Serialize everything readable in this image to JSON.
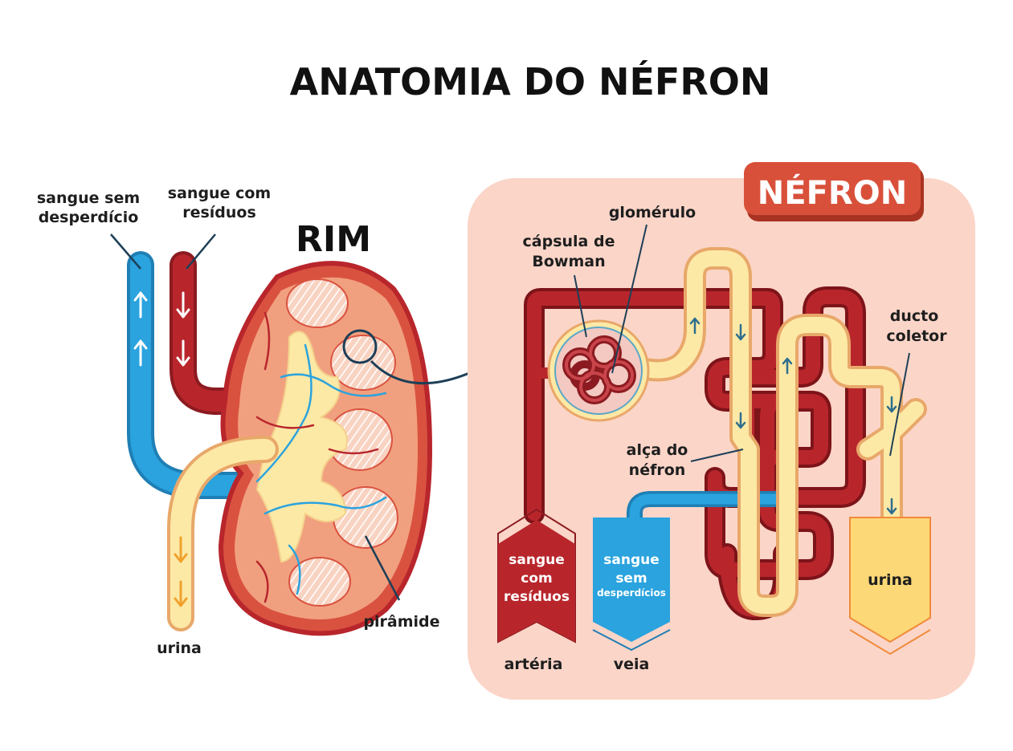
{
  "title": "ANATOMIA DO NÉFRON",
  "kidney": {
    "heading": "RIM",
    "labels": {
      "clean_blood_line1": "sangue sem",
      "clean_blood_line2": "desperdício",
      "waste_blood_line1": "sangue com",
      "waste_blood_line2": "resíduos",
      "urine": "urina",
      "pyramid": "pirâmide"
    }
  },
  "nephron": {
    "badge": "NÉFRON",
    "labels": {
      "glomerulus": "glomérulo",
      "bowman_line1": "cápsula de",
      "bowman_line2": "Bowman",
      "collecting_duct_line1": "ducto",
      "collecting_duct_line2": "coletor",
      "loop_line1": "alça do",
      "loop_line2": "néfron"
    },
    "artery_box": {
      "line1": "sangue",
      "line2": "com",
      "line3": "resíduos",
      "caption": "artéria"
    },
    "vein_box": {
      "line1": "sangue",
      "line2": "sem",
      "line3": "desperdícios",
      "caption": "veia"
    },
    "urine_box": {
      "label": "urina"
    }
  },
  "colors": {
    "artery_red": "#b8262c",
    "vein_blue": "#2aa3de",
    "tubule_cream": "#fde9a6",
    "tubule_border": "#e8a86a",
    "urine_orange": "#f0a12c",
    "panel_pink": "#fbd5c8",
    "badge_red": "#d9503a",
    "kidney_orange": "#f1a07f",
    "pyramid_pink": "#f8cdb9",
    "urine_yellow": "#fdd877",
    "pointer_navy": "#1d3f57"
  }
}
